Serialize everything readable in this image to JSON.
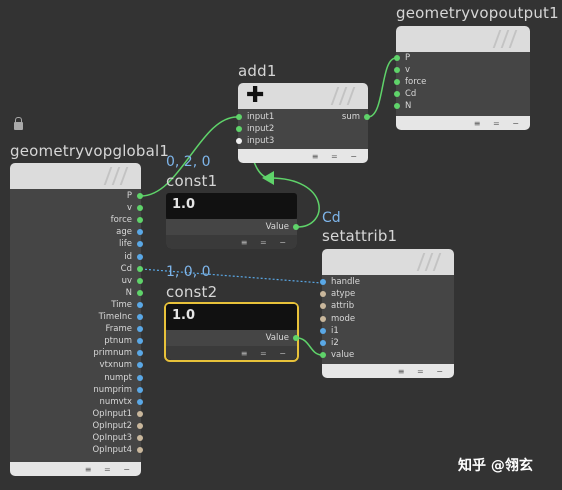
{
  "nodes": {
    "output": {
      "title": "geometryvopoutput1",
      "inputs": [
        "P",
        "v",
        "force",
        "Cd",
        "N"
      ]
    },
    "add": {
      "title": "add1",
      "inputs": [
        "input1",
        "input2",
        "input3"
      ],
      "output": "sum"
    },
    "global": {
      "title": "geometryvopglobal1",
      "outputs": [
        "P",
        "v",
        "force",
        "age",
        "life",
        "id",
        "Cd",
        "uv",
        "N",
        "Time",
        "TimeInc",
        "Frame",
        "ptnum",
        "primnum",
        "vtxnum",
        "numpt",
        "numprim",
        "numvtx",
        "OpInput1",
        "OpInput2",
        "OpInput3",
        "OpInput4"
      ]
    },
    "const1": {
      "title": "const1",
      "value": "1.0",
      "output": "Value",
      "annotation": "0, 2, 0"
    },
    "const2": {
      "title": "const2",
      "value": "1.0",
      "output": "Value",
      "annotation": "1, 0, 0"
    },
    "setattrib": {
      "title": "setattrib1",
      "inputs": [
        "handle",
        "atype",
        "attrib",
        "mode",
        "i1",
        "i2",
        "value"
      ],
      "annotation": "Cd"
    }
  },
  "colors": {
    "vector": "#5fd36a",
    "int": "#5aa8e6",
    "string": "#c9b79c",
    "float": "#f0f0f0",
    "selected": "#e8c23a",
    "wire": "#5fd36a",
    "wire_dotted": "#5aa8e6"
  },
  "watermark": "知乎 @翎玄"
}
